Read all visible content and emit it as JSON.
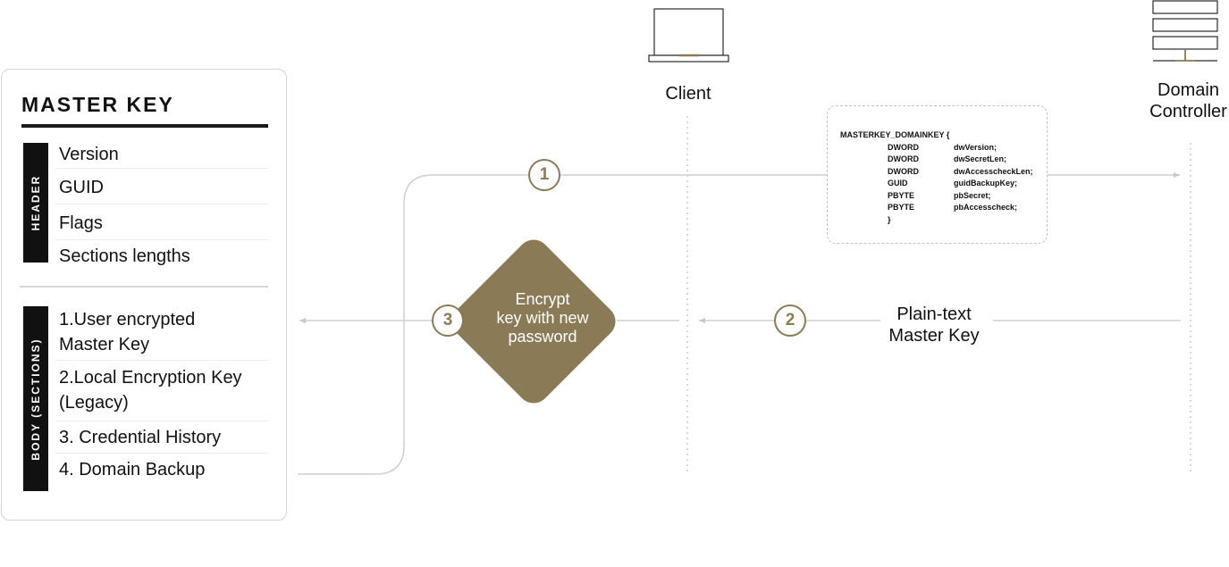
{
  "colors": {
    "accent": "#8b7a56",
    "line": "#d4d4d4",
    "ink": "#111111"
  },
  "card": {
    "title": "MASTER KEY",
    "header_label": "HEADER",
    "body_label": "BODY (SECTIONS)",
    "header_fields": [
      "Version",
      "GUID",
      "Flags",
      "Sections lengths"
    ],
    "body_fields": [
      [
        "1.User encrypted",
        "Master Key"
      ],
      [
        "2.Local Encryption Key",
        "(Legacy)"
      ],
      [
        "3. Credential History"
      ],
      [
        "4. Domain Backup"
      ]
    ]
  },
  "client": {
    "label": "Client",
    "icon": "laptop-icon"
  },
  "domain_controller": {
    "label": [
      "Domain",
      "Controller"
    ],
    "icon": "server-icon"
  },
  "struct": {
    "name": "MASTERKEY_DOMAINKEY {",
    "fields": [
      {
        "type": "DWORD",
        "name": "dwVersion;"
      },
      {
        "type": "DWORD",
        "name": "dwSecretLen;"
      },
      {
        "type": "DWORD",
        "name": "dwAccesscheckLen;"
      },
      {
        "type": "GUID",
        "name": "guidBackupKey;"
      },
      {
        "type": "PBYTE",
        "name": "pbSecret;"
      },
      {
        "type": "PBYTE",
        "name": "pbAccesscheck;"
      }
    ],
    "close": "}"
  },
  "steps": {
    "one": "1",
    "two": "2",
    "three": "3"
  },
  "encrypt_step": [
    "Encrypt",
    "key with new",
    "password"
  ],
  "plain_text_label": [
    "Plain-text",
    "Master Key"
  ]
}
